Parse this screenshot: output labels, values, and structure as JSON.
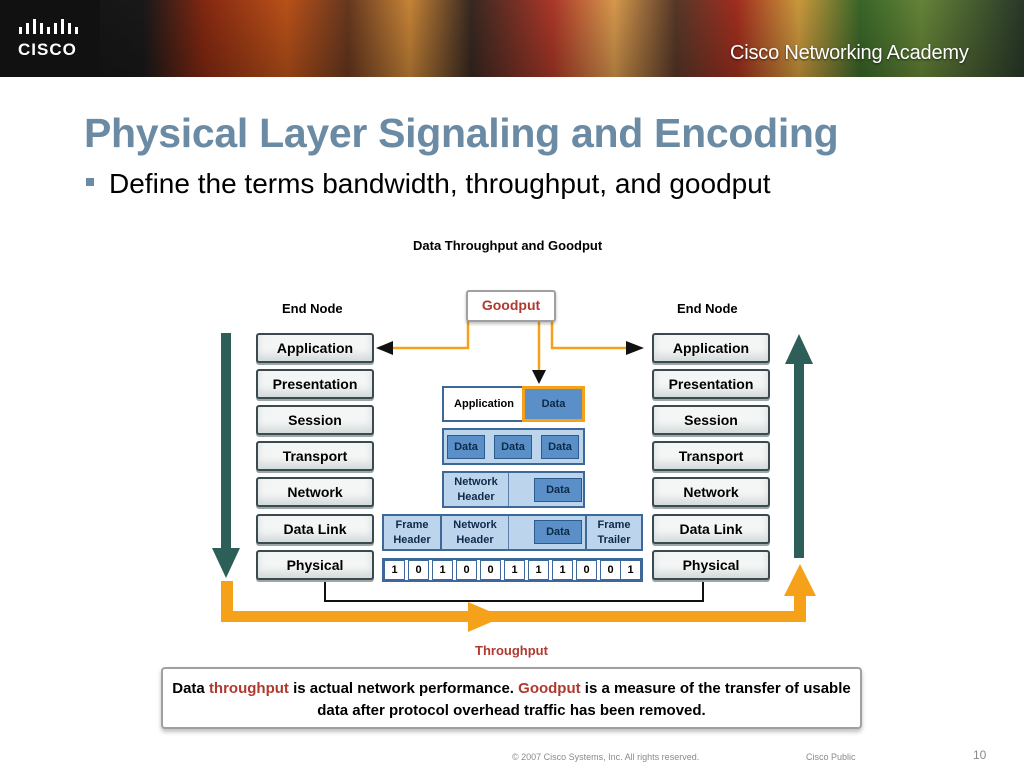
{
  "header": {
    "logo_word": "CISCO",
    "academy_title": "Cisco Networking Academy"
  },
  "slide": {
    "title": "Physical Layer Signaling and Encoding",
    "bullet": "Define the terms bandwidth, throughput, and goodput"
  },
  "diagram": {
    "title": "Data Throughput and Goodput",
    "left_node_label": "End Node",
    "right_node_label": "End Node",
    "layers": [
      "Application",
      "Presentation",
      "Session",
      "Transport",
      "Network",
      "Data Link",
      "Physical"
    ],
    "goodput_label": "Goodput",
    "throughput_label": "Throughput",
    "encap": {
      "app_row": {
        "header": "Application",
        "data": "Data"
      },
      "transport_row": [
        "Data",
        "Data",
        "Data"
      ],
      "network_row": {
        "header": "Network Header",
        "data": "Data"
      },
      "datalink_row": {
        "frame_header": "Frame Header",
        "network_header": "Network Header",
        "data": "Data",
        "frame_trailer": "Frame Trailer"
      },
      "bits": [
        "1",
        "0",
        "1",
        "0",
        "0",
        "1",
        "1",
        "1",
        "0",
        "0",
        "1"
      ]
    },
    "caption": {
      "part1": "Data ",
      "throughput_word": "throughput",
      "part2": " is actual network performance. ",
      "goodput_word": "Goodput",
      "part3": " is a measure of the transfer of usable data after protocol overhead traffic has been removed."
    },
    "colors": {
      "down_arrow": "#2e5e58",
      "up_arrow": "#2e5e58",
      "throughput_arrow": "#f5a21a",
      "goodput_arrows": "#f5a21a",
      "title_blue": "#6b8aa3",
      "accent_red": "#b0392f"
    }
  },
  "footer": {
    "copyright": "© 2007 Cisco Systems, Inc. All rights reserved.",
    "classification": "Cisco Public",
    "page_number": "10"
  }
}
